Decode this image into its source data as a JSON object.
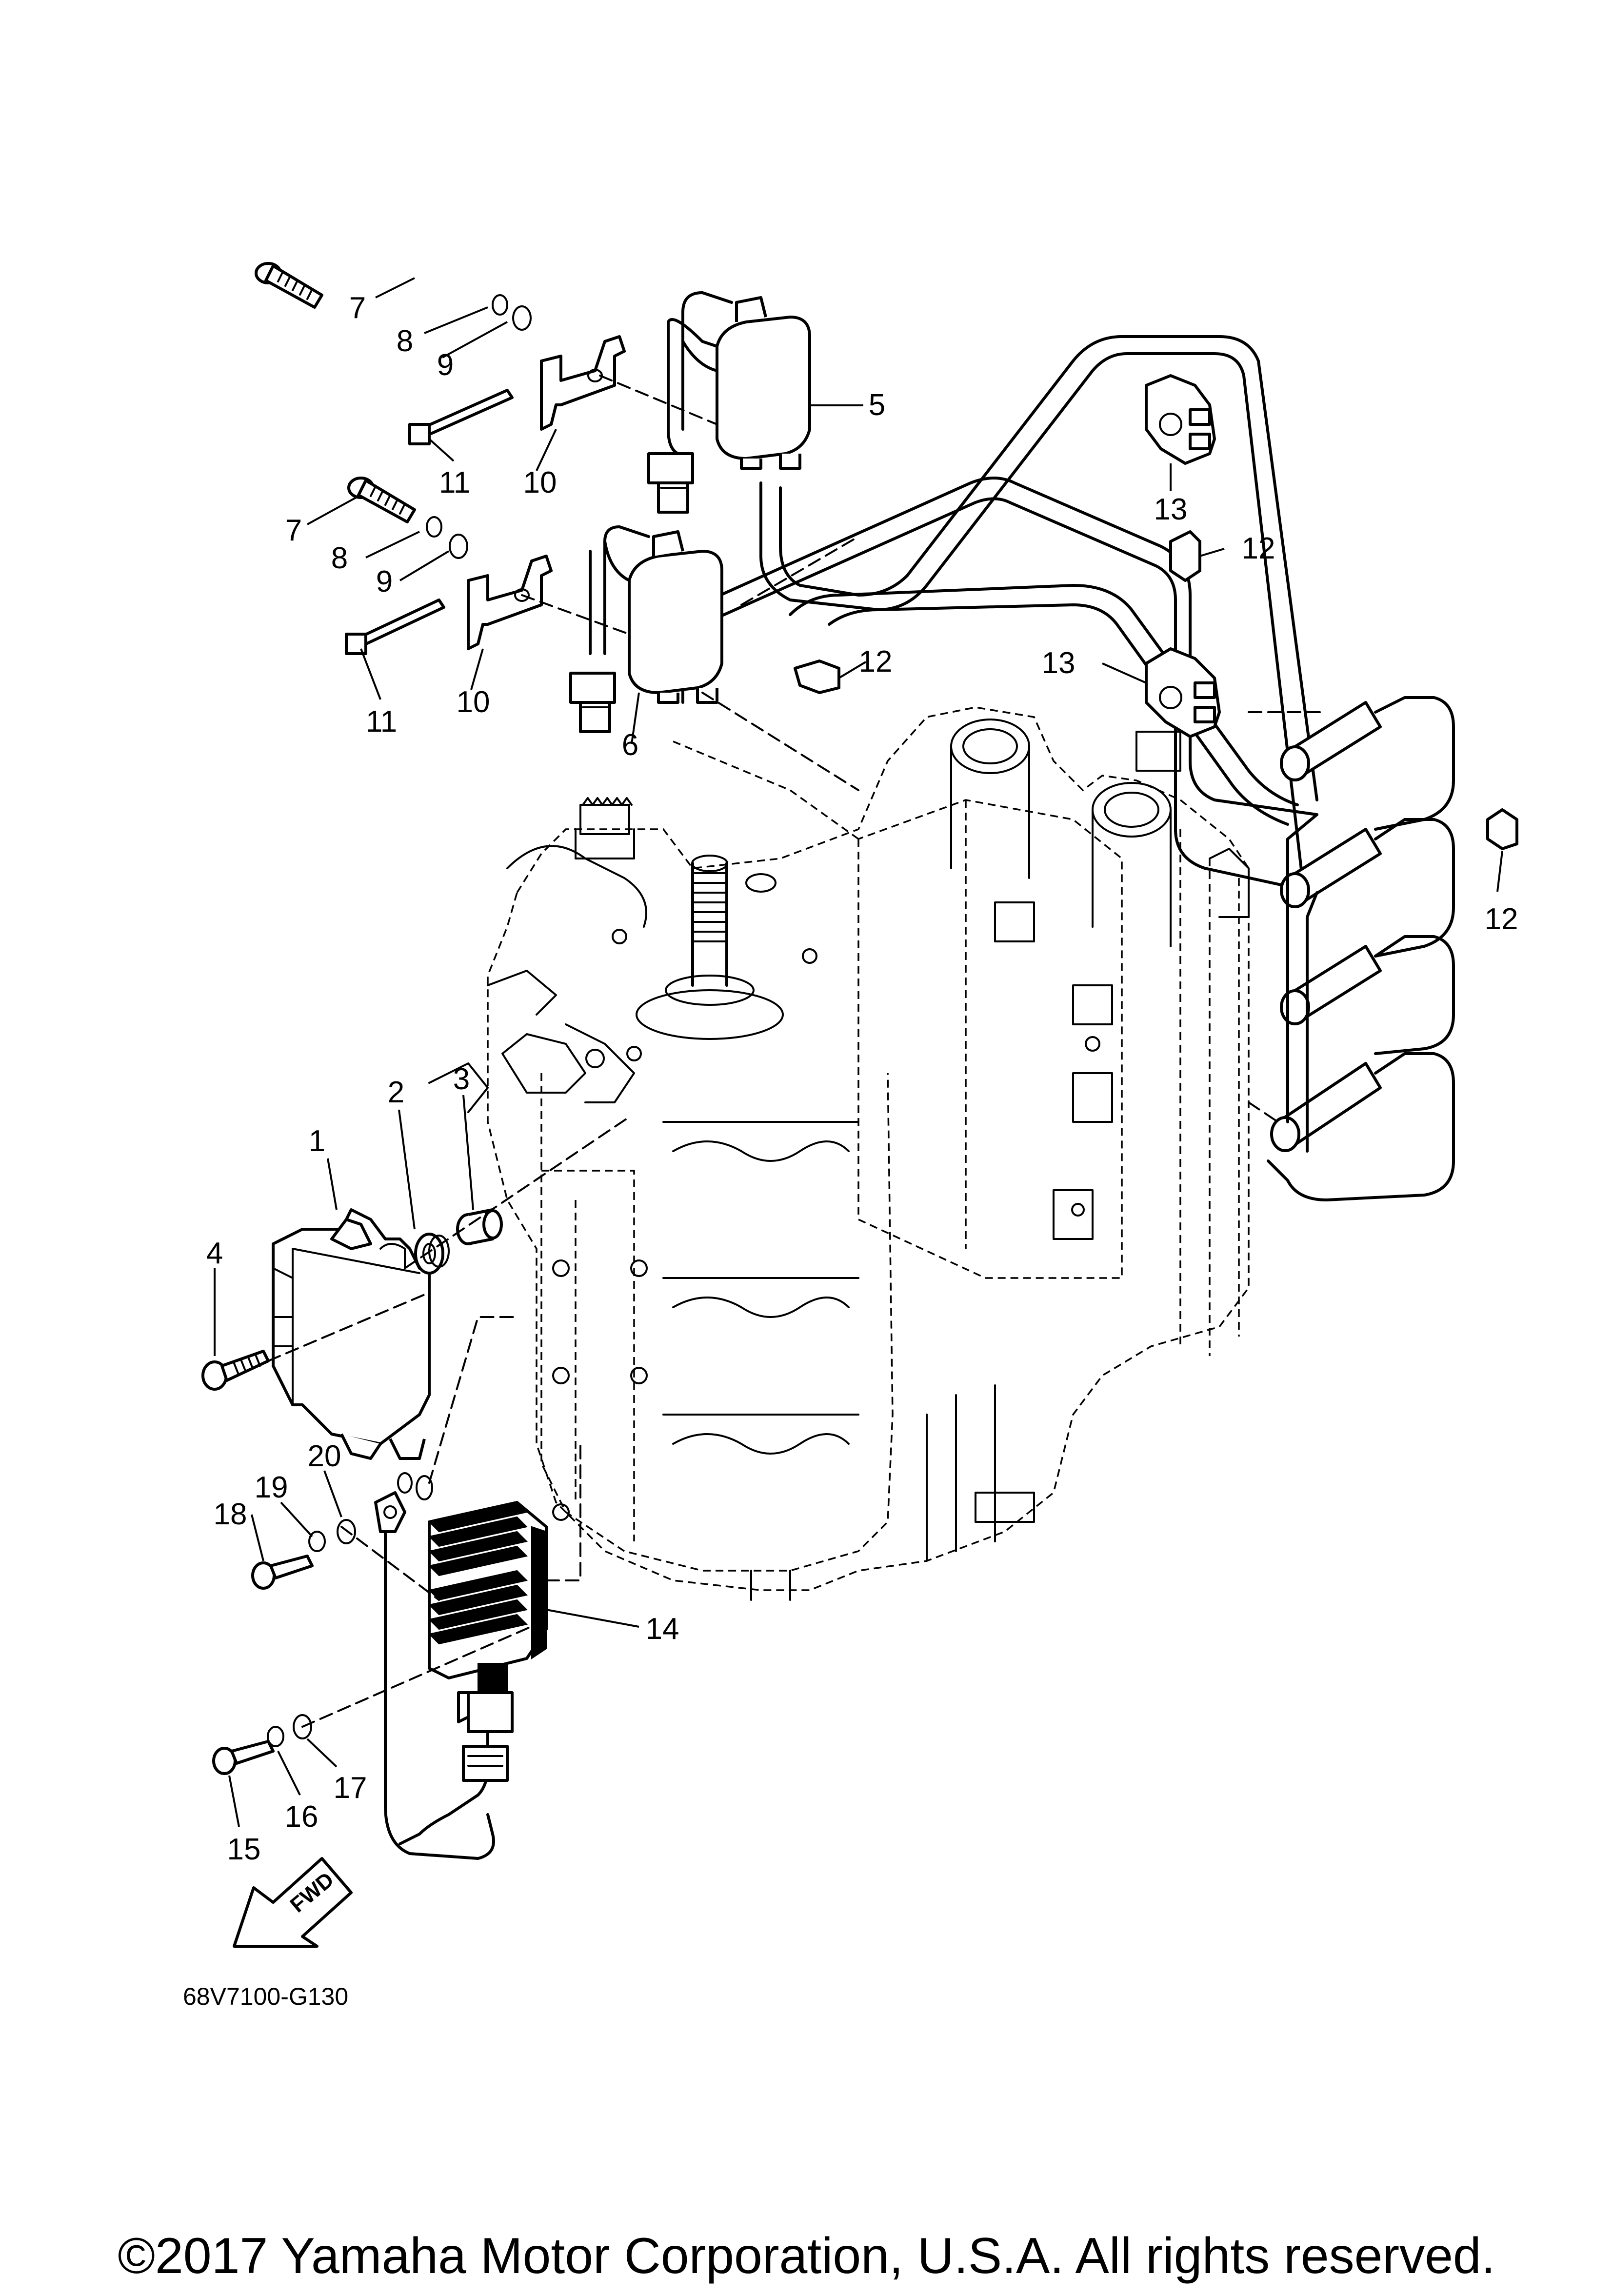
{
  "diagram": {
    "callouts": [
      "1",
      "2",
      "3",
      "4",
      "5",
      "6",
      "7",
      "7",
      "8",
      "8",
      "9",
      "9",
      "10",
      "10",
      "11",
      "11",
      "12",
      "12",
      "12",
      "13",
      "13",
      "14",
      "15",
      "16",
      "17",
      "18",
      "19",
      "20"
    ],
    "direction_badge": "FWD",
    "part_code": "68V7100-G130"
  },
  "footer": {
    "copyright": "©2017 Yamaha Motor Corporation, U.S.A. All rights reserved."
  }
}
